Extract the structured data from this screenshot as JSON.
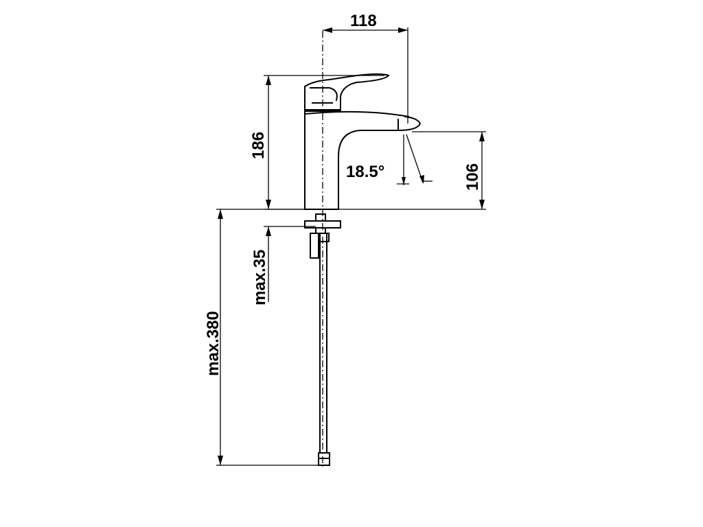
{
  "dimensions": {
    "spout_reach": "118",
    "total_height": "186",
    "spout_height": "106",
    "spout_angle": "18.5°",
    "max_deck_thickness": "max.35",
    "max_hose_length": "max.380"
  }
}
